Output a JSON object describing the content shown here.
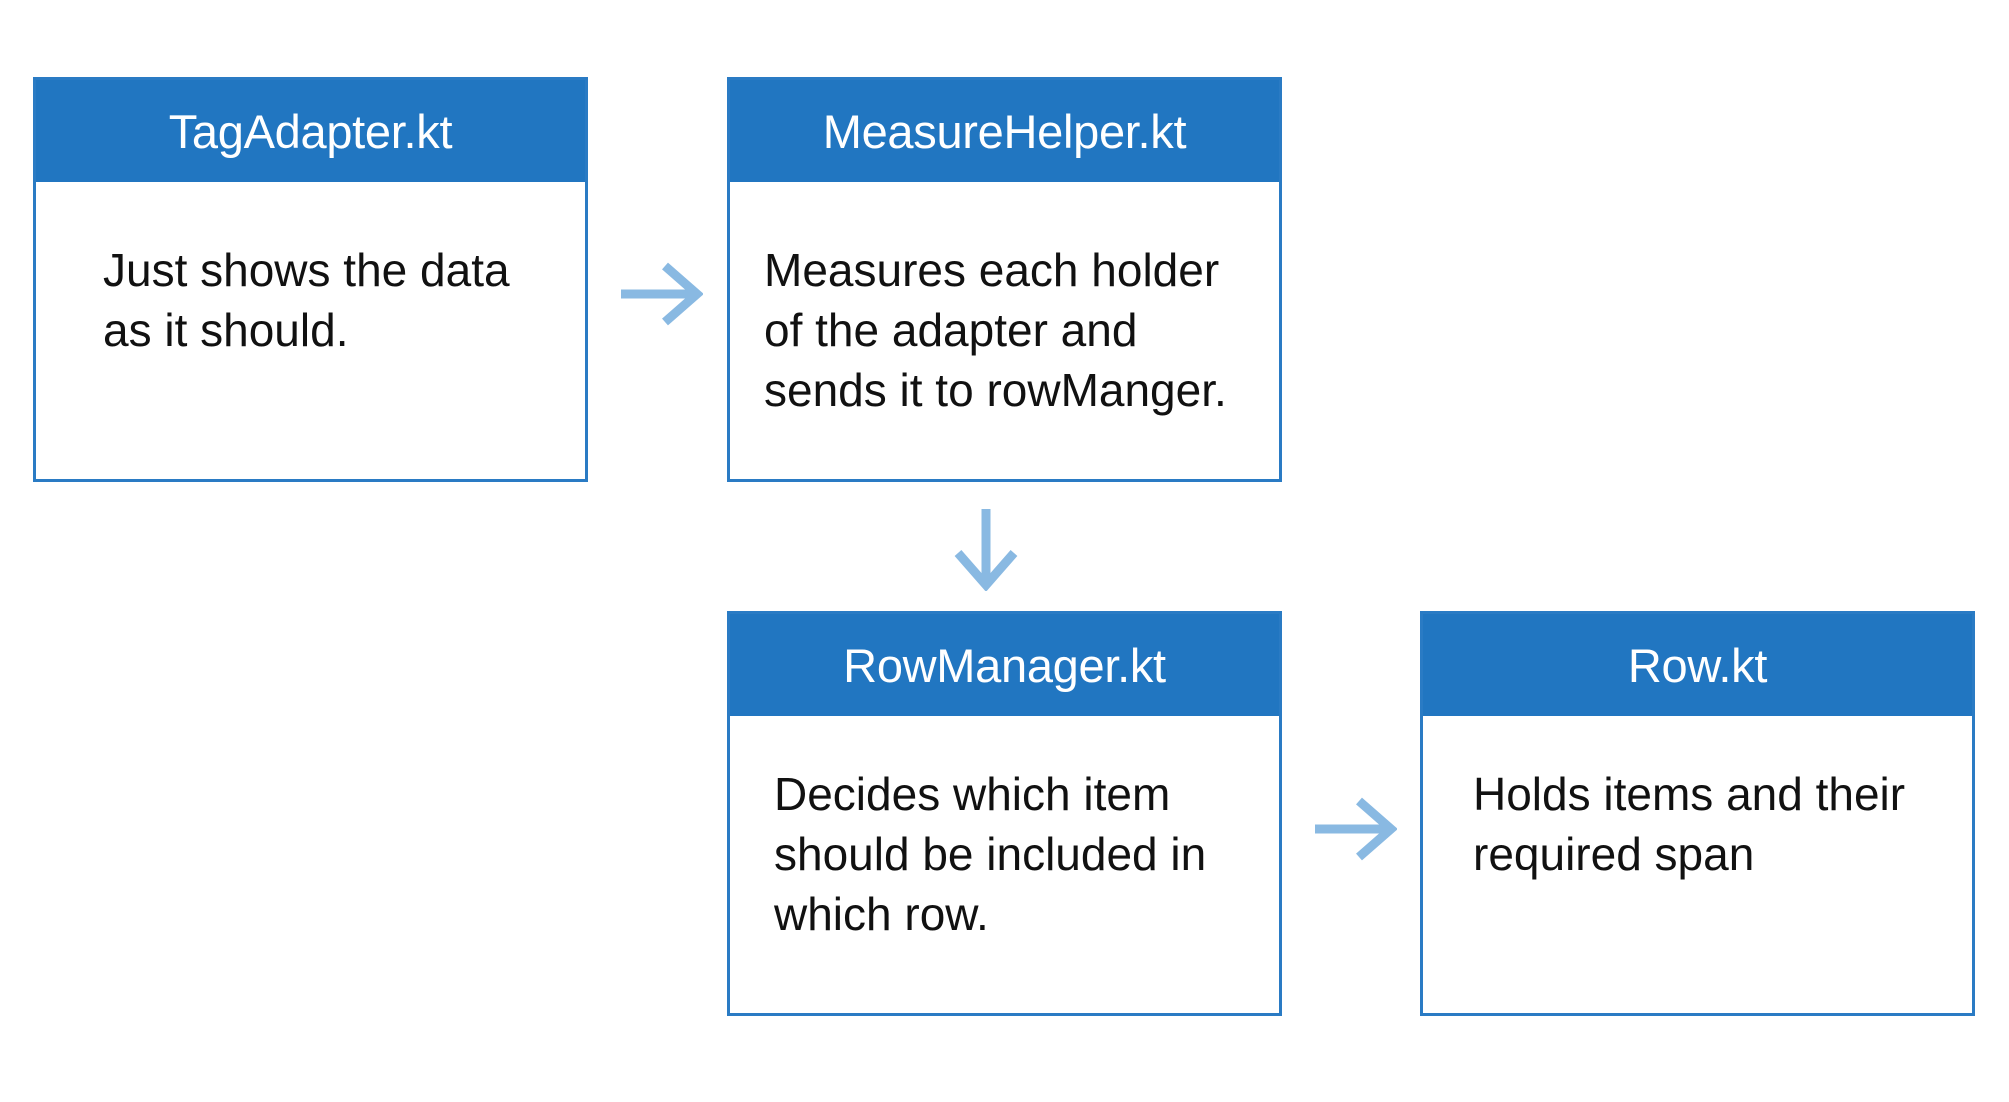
{
  "diagram": {
    "colors": {
      "header": "#2176c1",
      "border": "#2a7bc4",
      "arrow": "#89b9e2",
      "text": "#111111"
    },
    "cards": [
      {
        "title": "TagAdapter.kt",
        "body": "Just shows the data\nas it should."
      },
      {
        "title": "MeasureHelper.kt",
        "body": "Measures each holder\nof the adapter and\nsends it to rowManger."
      },
      {
        "title": "RowManager.kt",
        "body": "Decides which item\nshould be included in\nwhich row."
      },
      {
        "title": "Row.kt",
        "body": "Holds items and their\nrequired span"
      }
    ],
    "arrows": [
      {
        "from": "TagAdapter.kt",
        "to": "MeasureHelper.kt",
        "icon": "arrow-right-icon"
      },
      {
        "from": "MeasureHelper.kt",
        "to": "RowManager.kt",
        "icon": "arrow-down-icon"
      },
      {
        "from": "RowManager.kt",
        "to": "Row.kt",
        "icon": "arrow-right-icon"
      }
    ]
  }
}
